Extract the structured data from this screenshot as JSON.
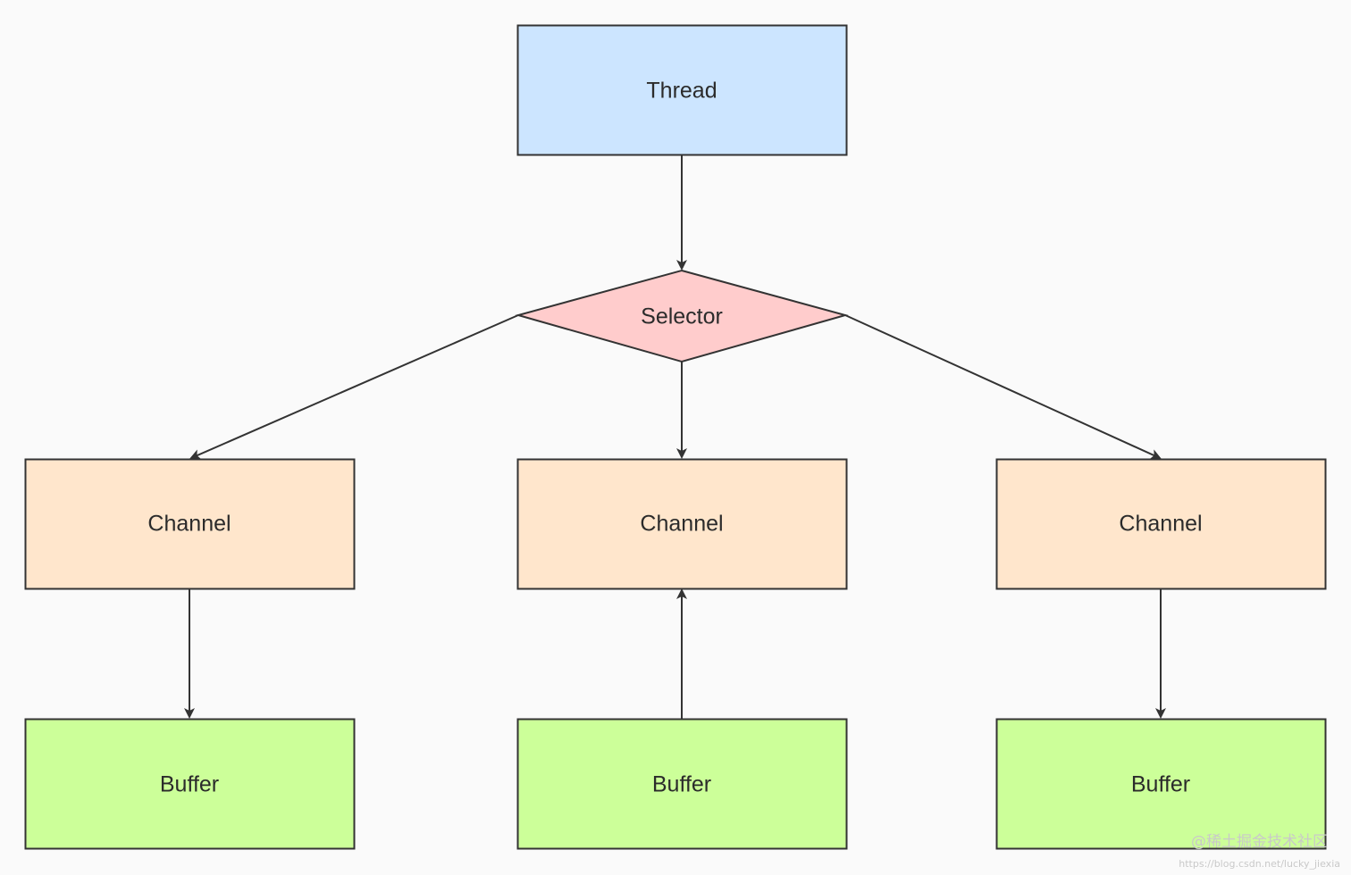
{
  "colors": {
    "background": "#fafafa",
    "stroke": "#333333",
    "thread_fill": "#cce5ff",
    "selector_fill": "#ffcccc",
    "channel_fill": "#ffe6cc",
    "buffer_fill": "#ccff99"
  },
  "nodes": {
    "thread": {
      "label": "Thread"
    },
    "selector": {
      "label": "Selector"
    },
    "channel_left": {
      "label": "Channel"
    },
    "channel_middle": {
      "label": "Channel"
    },
    "channel_right": {
      "label": "Channel"
    },
    "buffer_left": {
      "label": "Buffer"
    },
    "buffer_middle": {
      "label": "Buffer"
    },
    "buffer_right": {
      "label": "Buffer"
    }
  },
  "edges": [
    {
      "from": "thread",
      "to": "selector"
    },
    {
      "from": "selector",
      "to": "channel_left"
    },
    {
      "from": "selector",
      "to": "channel_middle"
    },
    {
      "from": "selector",
      "to": "channel_right"
    },
    {
      "from": "channel_left",
      "to": "buffer_left"
    },
    {
      "from": "buffer_middle",
      "to": "channel_middle"
    },
    {
      "from": "channel_right",
      "to": "buffer_right"
    }
  ],
  "watermark": {
    "site": "@稀土掘金技术社区",
    "url": "https://blog.csdn.net/lucky_jiexia"
  }
}
